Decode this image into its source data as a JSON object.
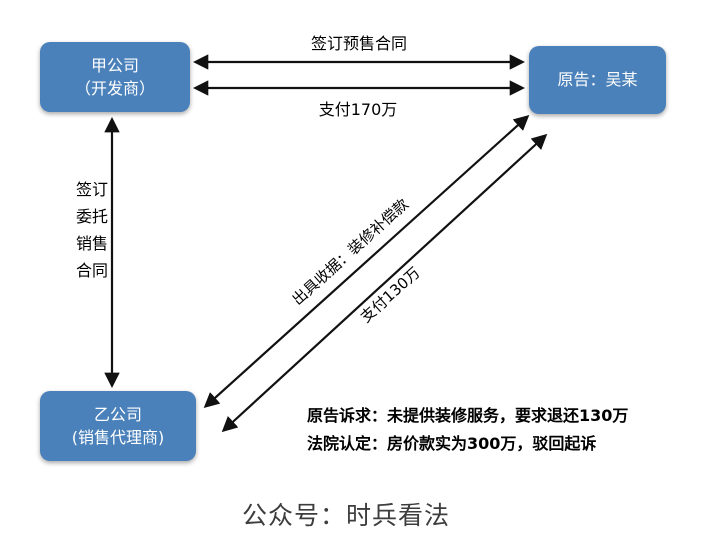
{
  "colors": {
    "node_fill": "#4a81ba",
    "node_text": "#ffffff",
    "arrow": "#111111",
    "background": "#ffffff"
  },
  "nodes": {
    "company_a": {
      "line1": "甲公司",
      "line2": "（开发商）"
    },
    "plaintiff": {
      "label": "原告：吴某"
    },
    "company_b": {
      "line1": "乙公司",
      "line2": "(销售代理商)"
    }
  },
  "edges": {
    "presale_contract": {
      "label": "签订预售合同"
    },
    "pay_170": {
      "label": "支付170万"
    },
    "entrust_contract": {
      "lines": [
        "签订",
        "委托",
        "销售",
        "合同"
      ]
    },
    "receipt": {
      "label": "出具收据：装修补偿款"
    },
    "pay_130": {
      "label": "支付130万"
    }
  },
  "annotations": {
    "claim": "原告诉求：未提供装修服务，要求退还130万",
    "ruling": "法院认定：房价款实为300万，驳回起诉"
  },
  "footer": {
    "label": "公众号：时兵看法"
  }
}
